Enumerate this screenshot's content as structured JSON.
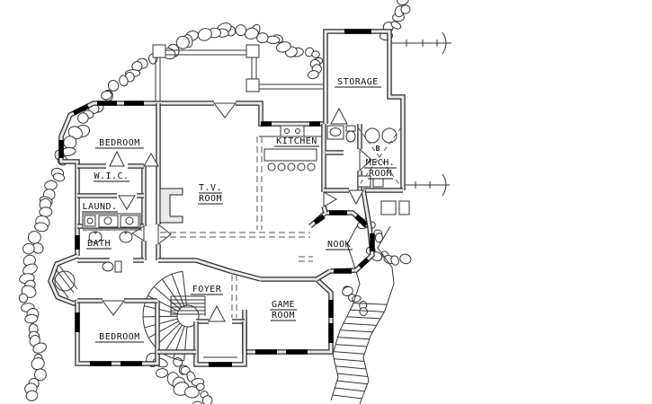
{
  "drawing": {
    "type": "architectural-floor-plan",
    "colors": {
      "line": "#1a1a1a",
      "wall_core": "#e9e9e9",
      "background": "#ffffff"
    },
    "rooms": [
      {
        "id": "bedroom-upper",
        "lines": [
          "BEDROOM"
        ]
      },
      {
        "id": "wic",
        "lines": [
          "W.I.C."
        ]
      },
      {
        "id": "laundry",
        "lines": [
          "LAUND."
        ]
      },
      {
        "id": "bath",
        "lines": [
          "BATH"
        ]
      },
      {
        "id": "tv-room",
        "lines": [
          "T.V.",
          "ROOM"
        ]
      },
      {
        "id": "kitchen",
        "lines": [
          "KITCHEN"
        ]
      },
      {
        "id": "storage",
        "lines": [
          "STORAGE"
        ]
      },
      {
        "id": "mech-room",
        "lines": [
          "MECH.",
          "ROOM"
        ]
      },
      {
        "id": "nook",
        "lines": [
          "NOOK"
        ]
      },
      {
        "id": "foyer",
        "lines": [
          "FOYER"
        ]
      },
      {
        "id": "game-room",
        "lines": [
          "GAME",
          "ROOM"
        ]
      },
      {
        "id": "bedroom-lower",
        "lines": [
          "BEDROOM"
        ]
      }
    ],
    "annotations": [
      {
        "id": "equipment-b",
        "label": "B"
      }
    ]
  }
}
